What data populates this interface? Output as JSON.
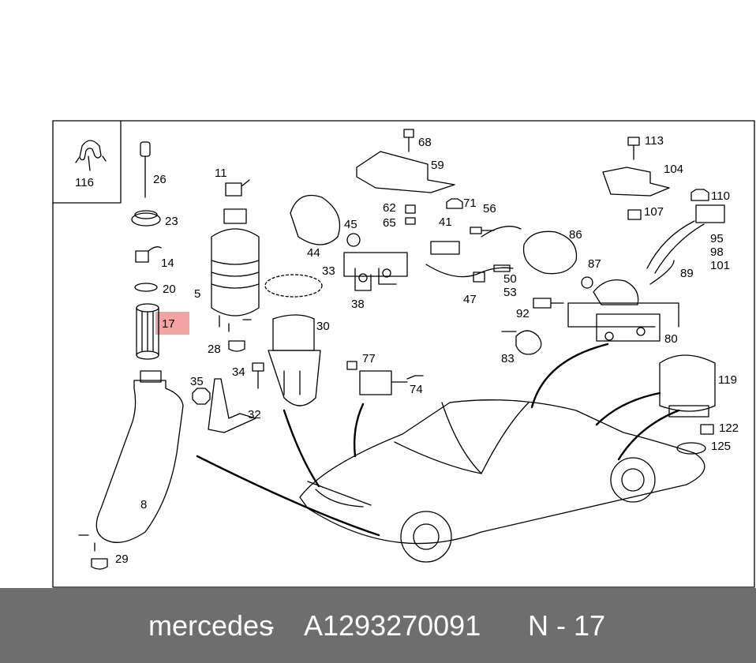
{
  "diagram": {
    "inset_label": "116",
    "highlight_color": "#f4a3a3",
    "part_labels": [
      {
        "id": "26",
        "text": "26"
      },
      {
        "id": "23",
        "text": "23"
      },
      {
        "id": "14",
        "text": "14"
      },
      {
        "id": "20",
        "text": "20"
      },
      {
        "id": "17",
        "text": "17"
      },
      {
        "id": "8",
        "text": "8"
      },
      {
        "id": "29",
        "text": "29"
      },
      {
        "id": "11",
        "text": "11"
      },
      {
        "id": "5",
        "text": "5"
      },
      {
        "id": "28",
        "text": "28"
      },
      {
        "id": "35",
        "text": "35"
      },
      {
        "id": "34",
        "text": "34"
      },
      {
        "id": "32",
        "text": "32"
      },
      {
        "id": "30",
        "text": "30"
      },
      {
        "id": "33",
        "text": "33"
      },
      {
        "id": "44",
        "text": "44"
      },
      {
        "id": "45",
        "text": "45"
      },
      {
        "id": "38",
        "text": "38"
      },
      {
        "id": "68",
        "text": "68"
      },
      {
        "id": "59",
        "text": "59"
      },
      {
        "id": "62",
        "text": "62"
      },
      {
        "id": "65",
        "text": "65"
      },
      {
        "id": "41",
        "text": "41"
      },
      {
        "id": "71",
        "text": "71"
      },
      {
        "id": "56",
        "text": "56"
      },
      {
        "id": "47",
        "text": "47"
      },
      {
        "id": "50",
        "text": "50"
      },
      {
        "id": "53",
        "text": "53"
      },
      {
        "id": "77",
        "text": "77"
      },
      {
        "id": "74",
        "text": "74"
      },
      {
        "id": "86",
        "text": "86"
      },
      {
        "id": "87",
        "text": "87"
      },
      {
        "id": "92",
        "text": "92"
      },
      {
        "id": "83",
        "text": "83"
      },
      {
        "id": "80",
        "text": "80"
      },
      {
        "id": "89",
        "text": "89"
      },
      {
        "id": "113",
        "text": "113"
      },
      {
        "id": "104",
        "text": "104"
      },
      {
        "id": "110",
        "text": "110"
      },
      {
        "id": "107",
        "text": "107"
      },
      {
        "id": "95",
        "text": "95"
      },
      {
        "id": "98",
        "text": "98"
      },
      {
        "id": "101",
        "text": "101"
      },
      {
        "id": "119",
        "text": "119"
      },
      {
        "id": "122",
        "text": "122"
      },
      {
        "id": "125",
        "text": "125"
      }
    ]
  },
  "footer": {
    "brand": "mercedes",
    "separator": "-",
    "part_number": "A1293270091",
    "position_label": "N - 17"
  }
}
